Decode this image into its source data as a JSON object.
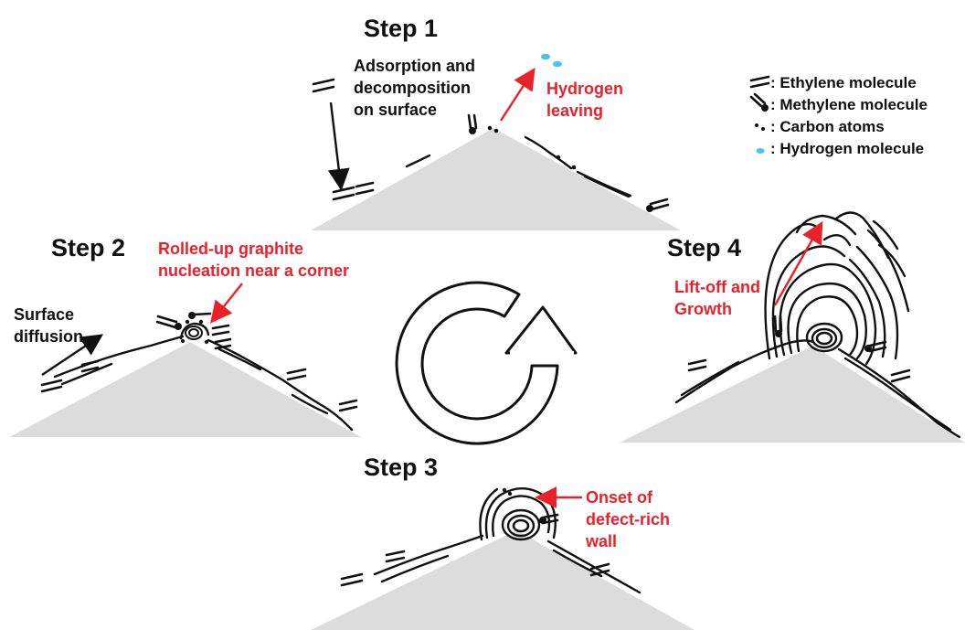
{
  "steps": {
    "step1": {
      "title": "Step 1",
      "label_lines": [
        "Adsorption and",
        "decomposition",
        "on surface"
      ],
      "red_lines": [
        "Hydrogen",
        "leaving"
      ]
    },
    "step2": {
      "title": "Step 2",
      "red_lines": [
        "Rolled-up graphite",
        "nucleation near a corner"
      ],
      "label_lines": [
        "Surface",
        "diffusion"
      ]
    },
    "step3": {
      "title": "Step 3",
      "red_lines": [
        "Onset of",
        "defect-rich",
        "wall"
      ]
    },
    "step4": {
      "title": "Step 4",
      "red_lines": [
        "Lift-off and",
        "Growth"
      ]
    }
  },
  "legend": [
    {
      "icon": "ethylene-icon",
      "text": ": Ethylene molecule"
    },
    {
      "icon": "methylene-icon",
      "text": ": Methylene molecule"
    },
    {
      "icon": "carbon-atoms-icon",
      "text": ": Carbon atoms"
    },
    {
      "icon": "hydrogen-icon",
      "text": ": Hydrogen molecule"
    }
  ],
  "colors": {
    "accent_red": "#e8212b",
    "hydrogen_blue": "#4cc3ec",
    "surface_gray": "#dcdcdc"
  }
}
